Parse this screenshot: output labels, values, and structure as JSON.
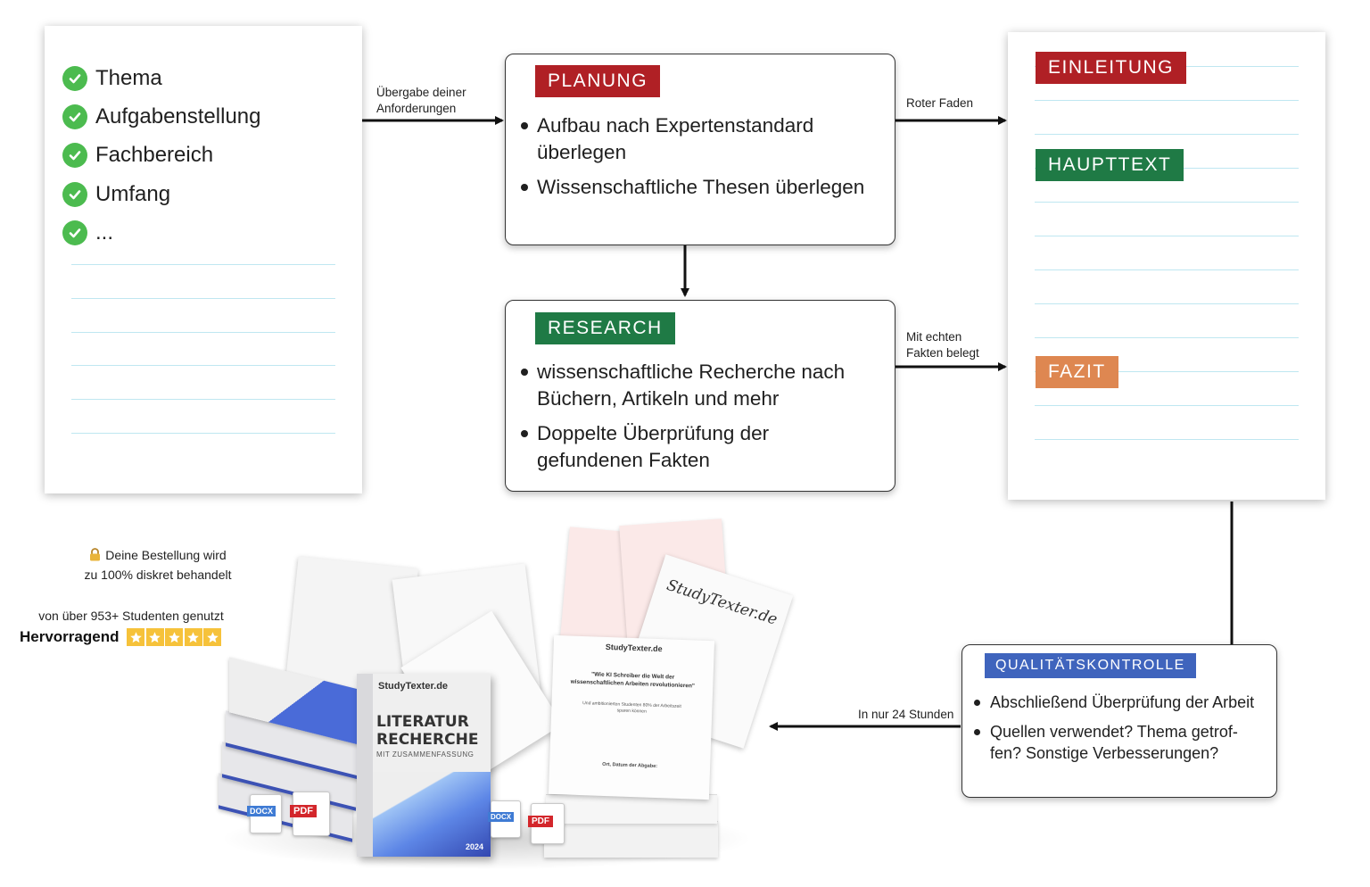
{
  "requirements": {
    "items": [
      "Thema",
      "Aufgabenstellung",
      "Fachbereich",
      "Umfang",
      "..."
    ]
  },
  "arrows": {
    "handover": "Übergabe deiner Anforderungen",
    "red_thread": "Roter Faden",
    "facts": "Mit echten Fakten belegt",
    "delivery": "In nur 24 Stunden"
  },
  "planning": {
    "title": "PLANUNG",
    "bullets": [
      "Aufbau nach Expertenstandard überlegen",
      "Wissenschaftliche Thesen überlegen"
    ]
  },
  "research": {
    "title": "RESEARCH",
    "bullets": [
      "wissenschaftliche Recherche nach Büchern, Artikeln und mehr",
      "Doppelte Überprüfung der gefundenen Fakten"
    ]
  },
  "document": {
    "sections": [
      "EINLEITUNG",
      "HAUPTTEXT",
      "FAZIT"
    ]
  },
  "quality": {
    "title": "QUALITÄTSKONTROLLE",
    "bullets": [
      "Abschließend Überprüfung der Arbeit",
      "Quellen verwendet? Thema getrof-fen? Sonstige Verbesserungen?"
    ]
  },
  "trust": {
    "discreet_line1": "Deine Bestellung wird",
    "discreet_line2": "zu 100% diskret behandelt",
    "users": "von über 953+ Studenten genutzt",
    "rating": "Hervorragend"
  },
  "products": {
    "brand": "StudyTexter.de",
    "book_title_1": "LITERATUR",
    "book_title_2": "RECHERCHE",
    "book_subtitle": "MIT ZUSAMMENFASSUNG",
    "year": "2024",
    "format_docx": "DOCX",
    "format_pdf": "PDF",
    "paper_quote": "\"Wie KI Schreiber die Welt der wissenschaftlichen Arbeiten revolutionieren\"",
    "paper_sub": "Und ambitionierten Studenten 80% der Arbeitszeit sparen können",
    "paper_footer": "Ort, Datum der Abgabe:"
  },
  "colors": {
    "red": "#b02025",
    "green": "#1f7a45",
    "orange": "#de8751",
    "blue": "#3f64bd",
    "check_green": "#4cbb4f",
    "star_bg": "#f6c23a",
    "rule": "#bfe7f1"
  }
}
